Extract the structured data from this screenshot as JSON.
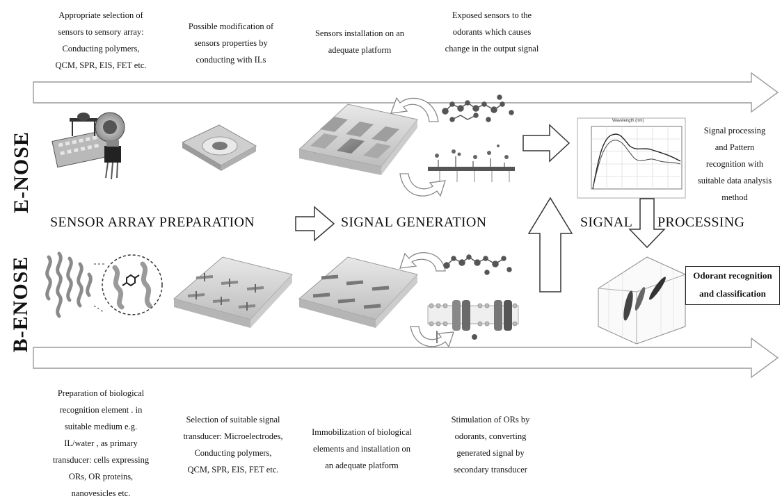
{
  "labels": {
    "enose": "E-NOSE",
    "benose": "B-ENOSE",
    "sensor_array": "SENSOR ARRAY PREPARATION",
    "signal_generation": "SIGNAL GENERATION",
    "signal": "SIGNAL",
    "processing": "PROCESSING",
    "odorant_box": [
      "Odorant recognition",
      "and classification"
    ]
  },
  "top_texts": [
    [
      "Appropriate selection of",
      "sensors to sensory array:",
      "Conducting polymers,",
      "QCM, SPR, EIS, FET etc."
    ],
    [
      "Possible modification of",
      "sensors properties by",
      "conducting with ILs"
    ],
    [
      "Sensors installation on an",
      "adequate platform"
    ],
    [
      "Exposed sensors to the",
      "odorants which causes",
      "change in the output signal"
    ]
  ],
  "right_text": [
    "Signal processing",
    "and Pattern",
    "recognition with",
    "suitable data analysis",
    "method"
  ],
  "bottom_texts": [
    [
      "Preparation of biological",
      "recognition element . in",
      "suitable medium e.g.",
      "IL/water , as primary",
      "transducer: cells expressing",
      "ORs, OR proteins,",
      "nanovesicles etc."
    ],
    [
      "Selection of suitable signal",
      "transducer: Microelectrodes,",
      "Conducting polymers,",
      "QCM, SPR, EIS, FET etc."
    ],
    [
      "Immobilization of biological",
      "elements and installation on",
      "an adequate platform"
    ],
    [
      "Stimulation of ORs by",
      "odorants, converting",
      "generated signal by",
      "secondary transducer"
    ]
  ],
  "graph_label": "Wavelength (nm)"
}
